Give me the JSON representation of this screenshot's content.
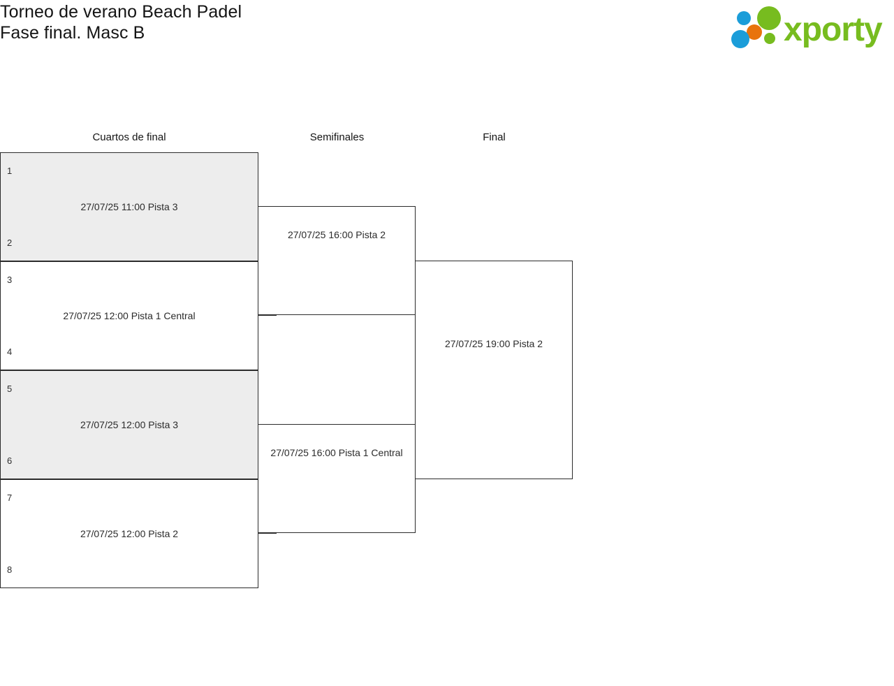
{
  "header": {
    "title": "Torneo de verano Beach Padel\nFase final. Masc B",
    "title_line_1": "Torneo de verano Beach Padel",
    "title_line_2": "Fase final. Masc B",
    "logo": {
      "name": "xporty-logo",
      "wordmark": "xporty",
      "colors": {
        "green": "#77bc1f",
        "blue": "#1b9dd9",
        "orange": "#e8730c"
      }
    }
  },
  "bracket": {
    "rounds": [
      {
        "id": "quarterfinals",
        "label": "Cuartos de final"
      },
      {
        "id": "semifinals",
        "label": "Semifinales"
      },
      {
        "id": "final",
        "label": "Final"
      }
    ],
    "quarterfinals": [
      {
        "seed_top": "1",
        "seed_bottom": "2",
        "info": "27/07/25 11:00 Pista 3",
        "shaded": true
      },
      {
        "seed_top": "3",
        "seed_bottom": "4",
        "info": "27/07/25 12:00 Pista 1 Central",
        "shaded": false
      },
      {
        "seed_top": "5",
        "seed_bottom": "6",
        "info": "27/07/25 12:00 Pista 3",
        "shaded": true
      },
      {
        "seed_top": "7",
        "seed_bottom": "8",
        "info": "27/07/25 12:00 Pista 2",
        "shaded": false
      }
    ],
    "semifinals": [
      {
        "info": "27/07/25 16:00 Pista 2"
      },
      {
        "info": "27/07/25 16:00 Pista 1 Central"
      }
    ],
    "final": [
      {
        "info": "27/07/25 19:00 Pista 2"
      }
    ]
  },
  "colors": {
    "shaded_row": "#ededed",
    "border": "#2b2b2b",
    "text": "#2b2b2b"
  }
}
